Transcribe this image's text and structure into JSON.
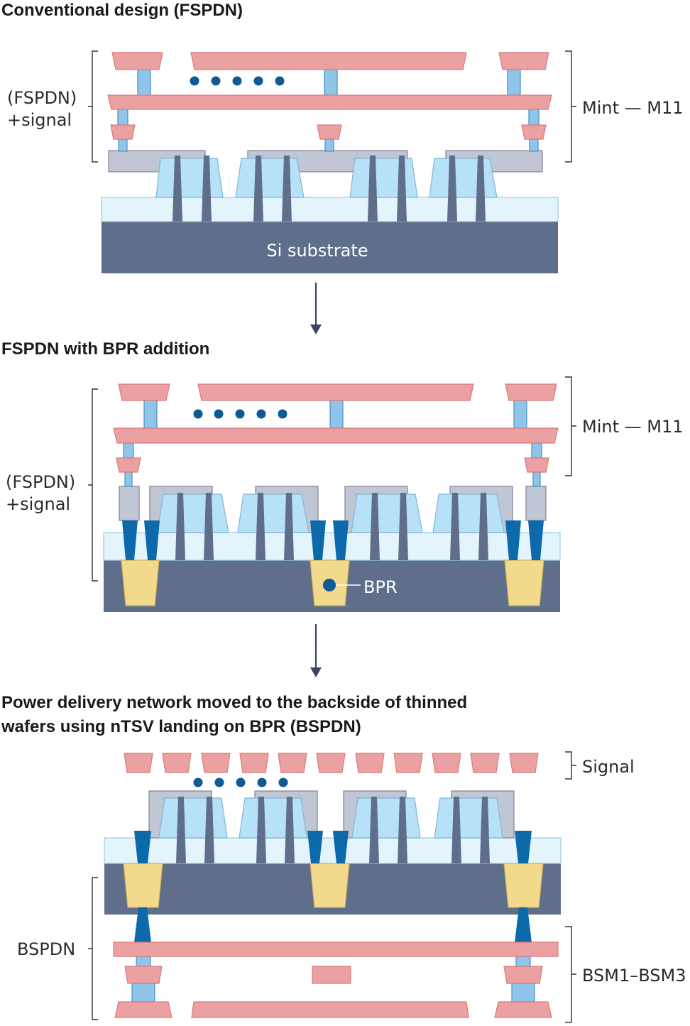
{
  "sections": [
    {
      "title_lines": [
        "Conventional design (FSPDN)"
      ],
      "left_label_lines": [
        "(FSPDN)",
        "+signal"
      ],
      "right_label": "Mint — M11",
      "substrate_label": "Si substrate"
    },
    {
      "title_lines": [
        "FSPDN with BPR addition"
      ],
      "left_label_lines": [
        "(FSPDN)",
        "+signal"
      ],
      "right_label": "Mint — M11",
      "callout_label": "BPR"
    },
    {
      "title_lines": [
        "Power delivery network moved to the backside of thinned",
        "wafers using nTSV landing on BPR (BSPDN)"
      ],
      "top_right_label": "Signal",
      "left_label_lines": [
        "BSPDN"
      ],
      "right_label": "BSM1–BSM3"
    }
  ],
  "colors": {
    "metal": "#eba0a1",
    "metal_stroke": "#d97a7d",
    "via": "#8fc5e8",
    "via_stroke": "#4a8fc4",
    "gate": "#c0c6d4",
    "gate_stroke": "#7c8496",
    "fin": "#b7e1f7",
    "fin_stroke": "#7fb7d8",
    "fin_post": "#5f6e8a",
    "sti": "#e3f4fc",
    "sti_stroke": "#9ccde7",
    "substrate": "#5f6e8a",
    "bpr": "#f2d98c",
    "bpr_stroke": "#d1b35e",
    "ntsv": "#0c6aab",
    "dot": "#0e5a94",
    "arrow": "#3a4660"
  }
}
